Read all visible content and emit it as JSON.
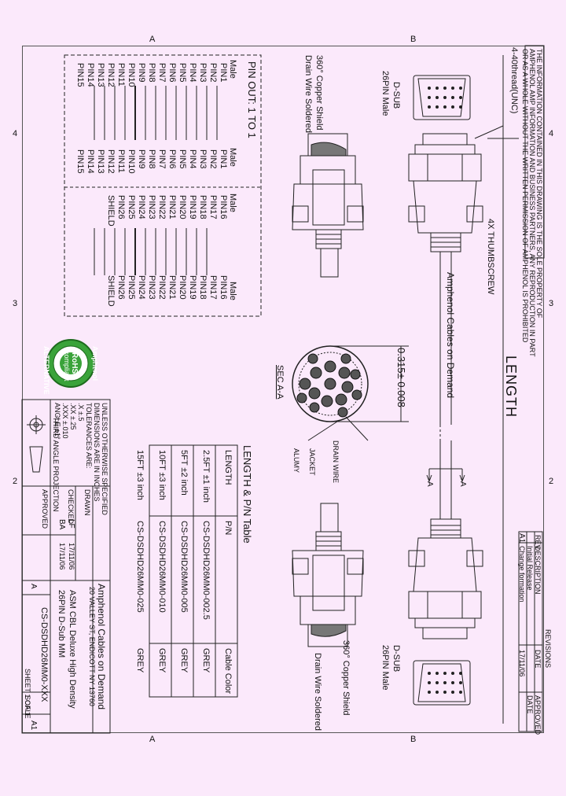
{
  "frame_letters": {
    "a": "A",
    "b": "B"
  },
  "frame_numbers": {
    "n4": "4",
    "n3": "3",
    "n2": "2"
  },
  "header_note": {
    "line1": "THE INFORMATION CONTAINED IN THIS DRAWING IS THE SOLE PROPERTY OF",
    "line2": "AMPHENOL AMP INFORMATION AND BUSINESS PARTNERS, ANY REPRODUCTION IN PART",
    "line3": "OR AS A WHOLE WITHOUT THE WRITTEN PERMISSION OF AMPHENOL IS PROHIBITED"
  },
  "revision_block": {
    "rev_label": "REV",
    "rev": "A1",
    "description_label": "DESCRIPTION",
    "description": "Initial Release",
    "change": "Change formation",
    "date_label": "DATE",
    "date": "17/11/06",
    "approved_label": "APPROVED",
    "drawn_label": "DATE",
    "revisions_label": "REVISIONS"
  },
  "connector_top": {
    "thread": "4-40thread(UNC)",
    "name": "D-SUB",
    "desc": "26PIN Male",
    "copper": "360°  Copper Shield",
    "drain": "Drain Wire Soldered",
    "screw": "4X THUMBSCREW"
  },
  "connector_bottom": {
    "name": "D-SUB",
    "desc": "26PIN Male",
    "copper": "360°  Copper Shield",
    "drain": "Drain Wire Soldered"
  },
  "cable_label": "Amphenol Cables on Demand",
  "length_label": "LENGTH",
  "section": {
    "dimension": "0.315± 0.008",
    "title": "SEC A-A",
    "cut_a": "A",
    "drain_wire": "DRAIN WIRE",
    "jacket": "JACKET",
    "alum": "ALUMY"
  },
  "pinout": {
    "title": "PIN OUT: 1 TO 1",
    "male_left": "Male",
    "male_right": "Male",
    "group1": [
      "PIN1",
      "PIN2",
      "PIN3",
      "PIN4",
      "PIN5",
      "PIN6",
      "PIN7",
      "PIN8",
      "PIN9",
      "PIN10",
      "PIN11",
      "PIN12",
      "PIN13",
      "PIN14",
      "PIN15"
    ],
    "group2": [
      "PIN16",
      "PIN17",
      "PIN18",
      "PIN19",
      "PIN20",
      "PIN21",
      "PIN22",
      "PIN23",
      "PIN24",
      "PIN25",
      "PIN26",
      "SHIELD"
    ]
  },
  "pn_table": {
    "title": "LENGTH & P/N Table",
    "headers": [
      "LENGTH",
      "P/N",
      "Cable Color"
    ],
    "rows": [
      [
        "2.5FT  ±1 inch",
        "CS-DSDHD26MM0-002.5",
        "GREY"
      ],
      [
        "5FT  ±2 inch",
        "CS-DSDHD26MM0-005",
        "GREY"
      ],
      [
        "10FT  ±3 inch",
        "CS-DSDHD26MM0-010",
        "GREY"
      ],
      [
        "15FT  ±3 inch",
        "CS-DSDHD26MM0-025",
        "GREY"
      ]
    ]
  },
  "rohs": {
    "top": "Amphenol",
    "mid": "RoHS",
    "sub": "compliant",
    "bottom": "ALTERNATIVE"
  },
  "title_block": {
    "tolerance1": "UNLESS OTHERWISE SPECIFIED",
    "tolerance2": "DIMENSIONS ARE IN INCHES",
    "tolerance3": "TOLERANCES ARE:",
    "tol_x": ".X",
    "tol_xx": ".XX",
    "tol_xxx": ".XXX",
    "tol_x_val": "±.5",
    "tol_xx_val": "±.25",
    "tol_xxx_val": "±.010",
    "angle": "ANGLE ±1°",
    "projection": "THIRD ANGLE PROJECTION",
    "company": "Amphenol Cables on Demand",
    "address": "20 VALLEY ST, ENDICOTT NY 13760",
    "desc1": "ASM CBL Deluxe High Density",
    "desc2": "26PIN D-Sub MM",
    "part": "CS-DSDHD26MM0-XXX",
    "drawn": "DRAWN",
    "checked": "CHECKED",
    "approved": "APPROVED",
    "drawn_by": "LF",
    "checked_by": "BA",
    "date1": "17/11/06",
    "date2": "17/11/06",
    "size": "A",
    "rev": "A1",
    "scale": "SCALE",
    "sheet": "SHEET 1 OF 1"
  },
  "colors": {
    "background": "#fbe9fb",
    "line": "#222222",
    "rohs_green": "#3aa33a"
  }
}
